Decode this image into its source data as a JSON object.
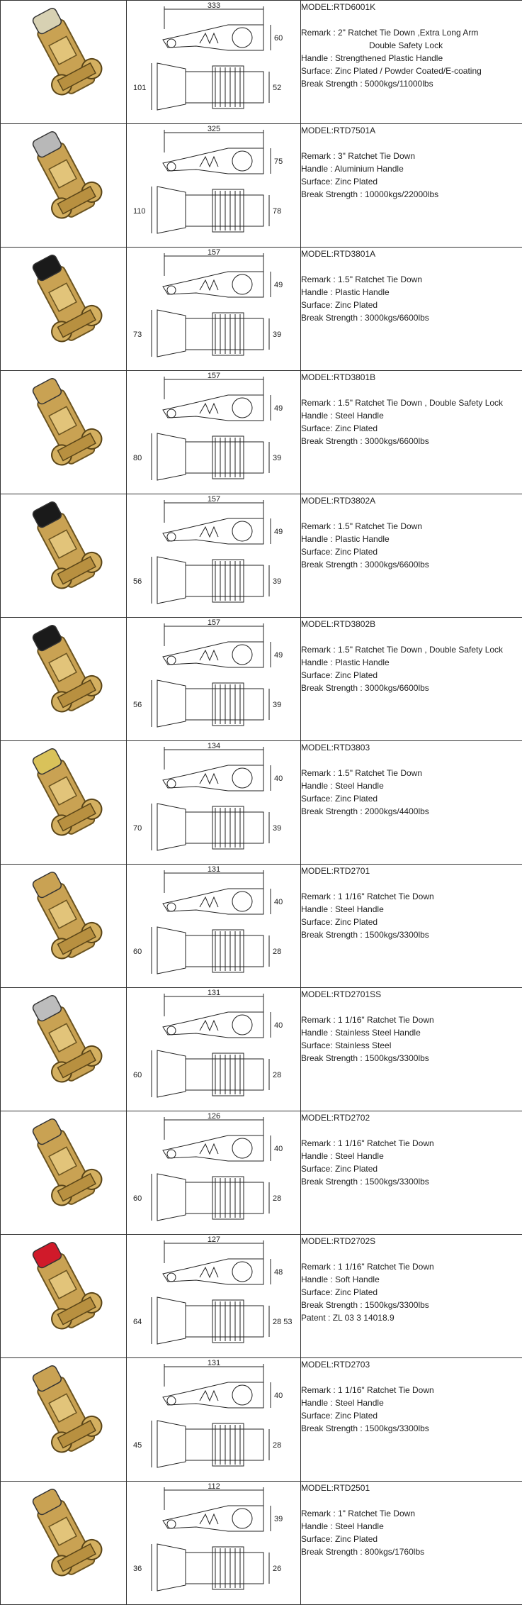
{
  "products": [
    {
      "model": "MODEL:RTD6001K",
      "lines": [
        "Remark : 2\" Ratchet Tie Down ,Extra Long Arm",
        "Double Safety Lock",
        "Handle : Strengthened Plastic Handle",
        "Surface: Zinc Plated / Powder Coated/E-coating",
        "Break Strength : 5000kgs/11000lbs"
      ],
      "dims": {
        "length": "333",
        "height": "60",
        "width_left": "101",
        "width_right": "52"
      },
      "handle_color": "#d7d1b3"
    },
    {
      "model": "MODEL:RTD7501A",
      "lines": [
        "Remark : 3\" Ratchet Tie Down",
        "Handle : Aluminium Handle",
        "Surface: Zinc Plated",
        "Break Strength : 10000kgs/22000lbs"
      ],
      "dims": {
        "length": "325",
        "height": "75",
        "width_left": "110",
        "width_right": "78"
      },
      "handle_color": "#b8b8b8"
    },
    {
      "model": "MODEL:RTD3801A",
      "lines": [
        "Remark : 1.5\" Ratchet Tie Down",
        "Handle : Plastic Handle",
        "Surface: Zinc Plated",
        "Break Strength : 3000kgs/6600lbs"
      ],
      "dims": {
        "length": "157",
        "height": "49",
        "width_left": "73",
        "width_right": "39"
      },
      "handle_color": "#1a1a1a"
    },
    {
      "model": "MODEL:RTD3801B",
      "lines": [
        "Remark : 1.5\" Ratchet Tie Down , Double Safety Lock",
        "Handle : Steel Handle",
        "Surface: Zinc Plated",
        "Break Strength : 3000kgs/6600lbs"
      ],
      "dims": {
        "length": "157",
        "height": "49",
        "width_left": "80",
        "width_right": "39"
      },
      "handle_color": "#c9a253"
    },
    {
      "model": "MODEL:RTD3802A",
      "lines": [
        "Remark : 1.5\" Ratchet Tie Down",
        "Handle : Plastic Handle",
        "Surface: Zinc Plated",
        "Break Strength : 3000kgs/6600lbs"
      ],
      "dims": {
        "length": "157",
        "height": "49",
        "width_left": "56",
        "width_right": "39"
      },
      "handle_color": "#1a1a1a"
    },
    {
      "model": "MODEL:RTD3802B",
      "lines": [
        "Remark : 1.5\" Ratchet Tie Down , Double Safety Lock",
        "Handle : Plastic Handle",
        "Surface: Zinc Plated",
        "Break Strength : 3000kgs/6600lbs"
      ],
      "dims": {
        "length": "157",
        "height": "49",
        "width_left": "56",
        "width_right": "39"
      },
      "handle_color": "#1a1a1a"
    },
    {
      "model": "MODEL:RTD3803",
      "lines": [
        "Remark : 1.5\" Ratchet Tie Down",
        "Handle : Steel Handle",
        "Surface: Zinc Plated",
        "Break Strength : 2000kgs/4400lbs"
      ],
      "dims": {
        "length": "134",
        "height": "40",
        "width_left": "70",
        "width_right": "39"
      },
      "handle_color": "#d9c25a"
    },
    {
      "model": "MODEL:RTD2701",
      "lines": [
        "Remark : 1 1/16\" Ratchet Tie Down",
        "Handle : Steel Handle",
        "Surface: Zinc Plated",
        "Break Strength : 1500kgs/3300lbs"
      ],
      "dims": {
        "length": "131",
        "height": "40",
        "width_left": "60",
        "width_right": "28"
      },
      "handle_color": "#c9a253"
    },
    {
      "model": "MODEL:RTD2701SS",
      "lines": [
        "Remark : 1 1/16\" Ratchet Tie Down",
        "Handle : Stainless Steel Handle",
        "Surface: Stainless Steel",
        "Break Strength : 1500kgs/3300lbs"
      ],
      "dims": {
        "length": "131",
        "height": "40",
        "width_left": "60",
        "width_right": "28"
      },
      "handle_color": "#bdbdbd"
    },
    {
      "model": "MODEL:RTD2702",
      "lines": [
        "Remark : 1 1/16\" Ratchet Tie Down",
        "Handle : Steel Handle",
        "Surface: Zinc Plated",
        "Break Strength : 1500kgs/3300lbs"
      ],
      "dims": {
        "length": "126",
        "height": "40",
        "width_left": "60",
        "width_right": "28"
      },
      "handle_color": "#c9a253"
    },
    {
      "model": "MODEL:RTD2702S",
      "lines": [
        "Remark : 1 1/16\" Ratchet Tie Down",
        "Handle : Soft Handle",
        "Surface: Zinc Plated",
        "Break Strength : 1500kgs/3300lbs",
        "Patent : ZL 03 3 14018.9"
      ],
      "dims": {
        "length": "127",
        "height": "48",
        "width_left": "64",
        "width_right": "28 53"
      },
      "handle_color": "#d01a2a"
    },
    {
      "model": "MODEL:RTD2703",
      "lines": [
        "Remark : 1 1/16\" Ratchet Tie Down",
        "Handle : Steel Handle",
        "Surface: Zinc Plated",
        "Break Strength : 1500kgs/3300lbs"
      ],
      "dims": {
        "length": "131",
        "height": "40",
        "width_left": "45",
        "width_right": "28"
      },
      "handle_color": "#c9a253"
    },
    {
      "model": "MODEL:RTD2501",
      "lines": [
        "Remark : 1\" Ratchet Tie Down",
        "Handle : Steel Handle",
        "Surface: Zinc Plated",
        "Break Strength : 800kgs/1760lbs"
      ],
      "dims": {
        "length": "112",
        "height": "39",
        "width_left": "36",
        "width_right": "26"
      },
      "handle_color": "#c9a253"
    }
  ]
}
